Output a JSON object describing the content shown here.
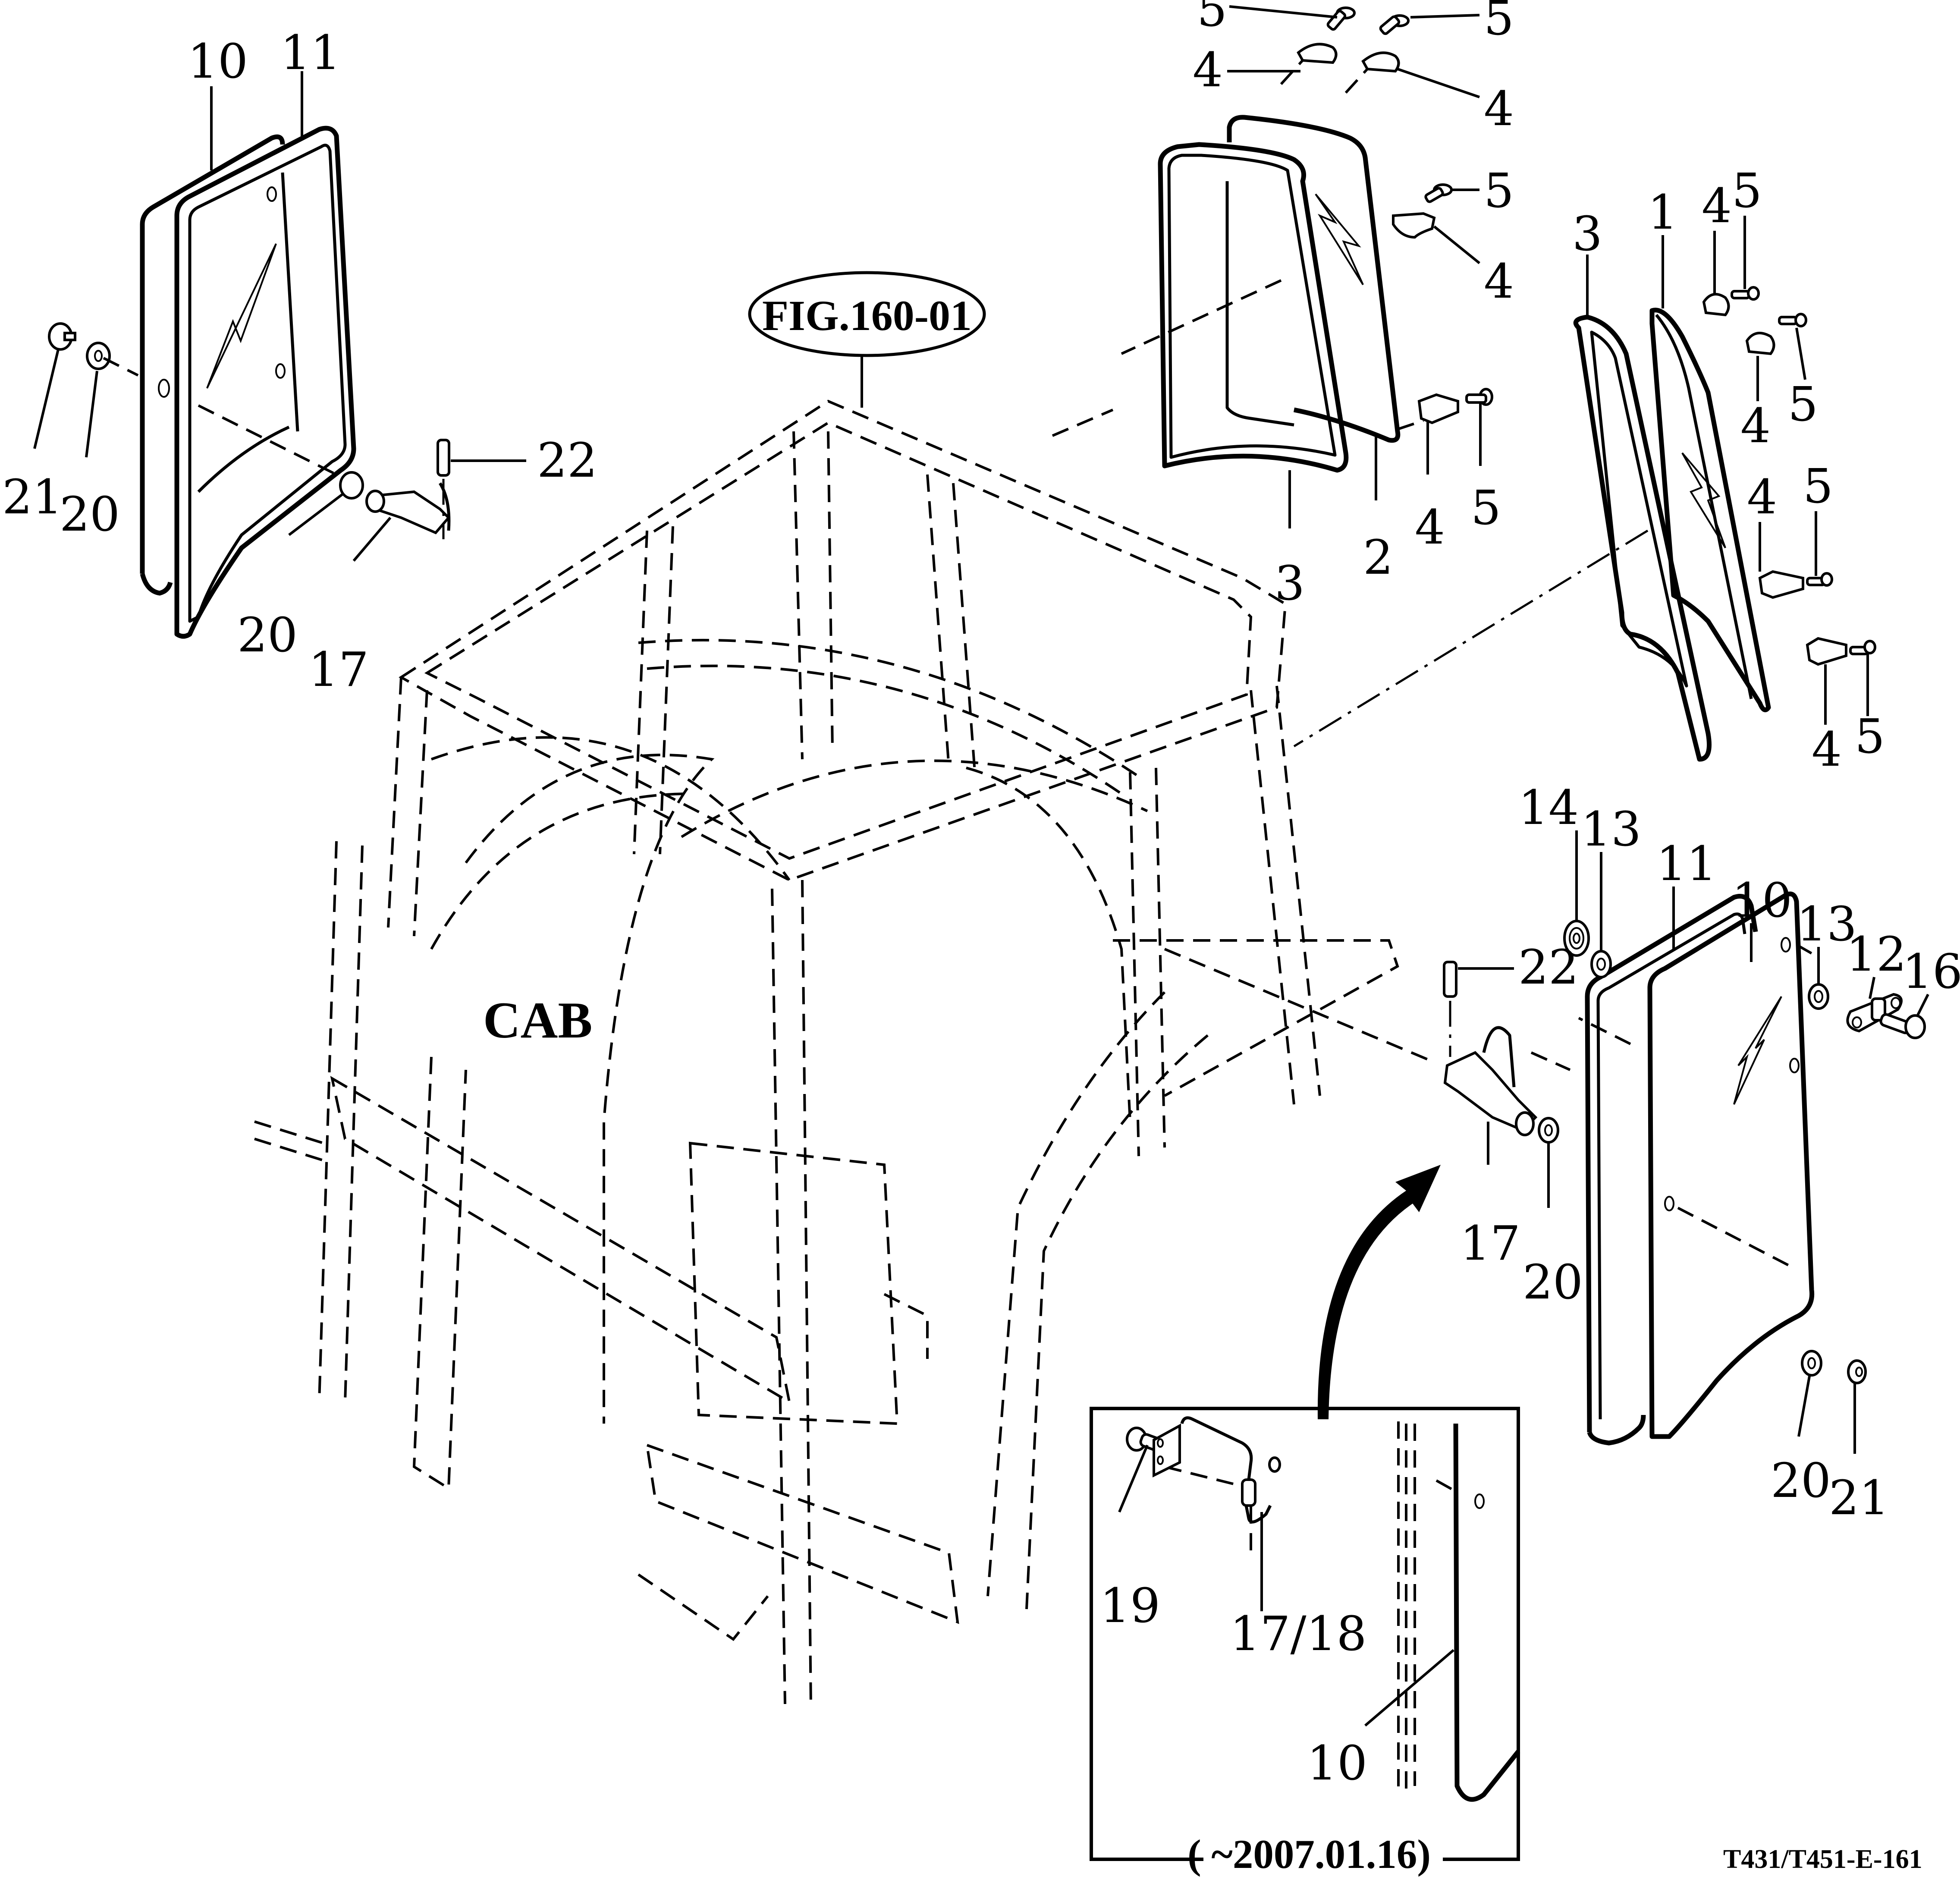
{
  "figure": {
    "reference_callout": "FIG.160-01",
    "assembly_label": "CAB",
    "drawing_number": "T431/T451-E-161",
    "inset_caption": "( ~2007.01.16)"
  },
  "callouts": {
    "left_door": {
      "glass": "10",
      "seal": "11",
      "washer_outer": "20",
      "nut": "21",
      "washer_hinge": "20",
      "hinge": "17",
      "pin": "22"
    },
    "rear_window": {
      "screw_1": "5",
      "screw_2": "5",
      "screw_3": "5",
      "screw_4": "5",
      "bracket_1": "4",
      "bracket_2": "4",
      "bracket_3": "4",
      "bracket_4": "4",
      "seal": "3",
      "glass": "2"
    },
    "side_window": {
      "seal": "3",
      "glass": "1",
      "bracket_1": "4",
      "screw_1": "5",
      "bracket_2": "4",
      "screw_2": "5",
      "bracket_3": "4",
      "screw_3": "5",
      "bracket_4": "4",
      "screw_4": "5"
    },
    "right_door": {
      "grommet": "14",
      "washer_a": "13",
      "seal": "11",
      "glass": "10",
      "washer_b": "13",
      "latch": "12",
      "bolt": "16",
      "pin": "22",
      "hinge": "17",
      "washer_hinge": "20",
      "washer_lower": "20",
      "nut": "21"
    },
    "inset": {
      "pin": "19",
      "hinge_assy": "17/18",
      "glass": "10"
    }
  }
}
